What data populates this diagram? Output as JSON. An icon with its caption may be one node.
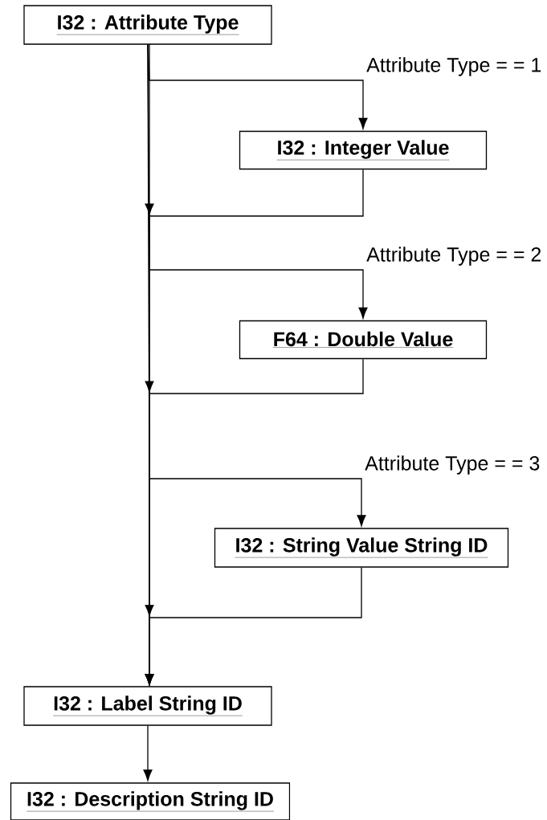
{
  "diagram": {
    "nodes": [
      {
        "text": [
          "I32 : Attribute Type"
        ]
      },
      {
        "text": [
          "I32 : Integer Value"
        ]
      },
      {
        "text": [
          "F64 : Double Value"
        ]
      },
      {
        "text": [
          "I32 : String Value String ID"
        ]
      },
      {
        "text": [
          "I32 : Label String ID"
        ]
      },
      {
        "text": [
          "I32 : Description String ID"
        ]
      }
    ],
    "edges": [
      {
        "from": 0,
        "to": 1,
        "arrow": "to",
        "label": "Attribute Type = = 1"
      },
      {
        "from": 1,
        "to": 4,
        "arrow": "to"
      },
      {
        "from": 0,
        "to": 2,
        "arrow": "to",
        "label": "Attribute Type = = 2"
      },
      {
        "from": 2,
        "to": 4,
        "arrow": "to"
      },
      {
        "from": 0,
        "to": 3,
        "arrow": "to",
        "label": "Attribute Type = = 3"
      },
      {
        "from": 3,
        "to": 4,
        "arrow": "to"
      },
      {
        "from": 0,
        "to": 4,
        "arrow": "to"
      },
      {
        "from": 4,
        "to": 5,
        "arrow": "to"
      }
    ]
  }
}
